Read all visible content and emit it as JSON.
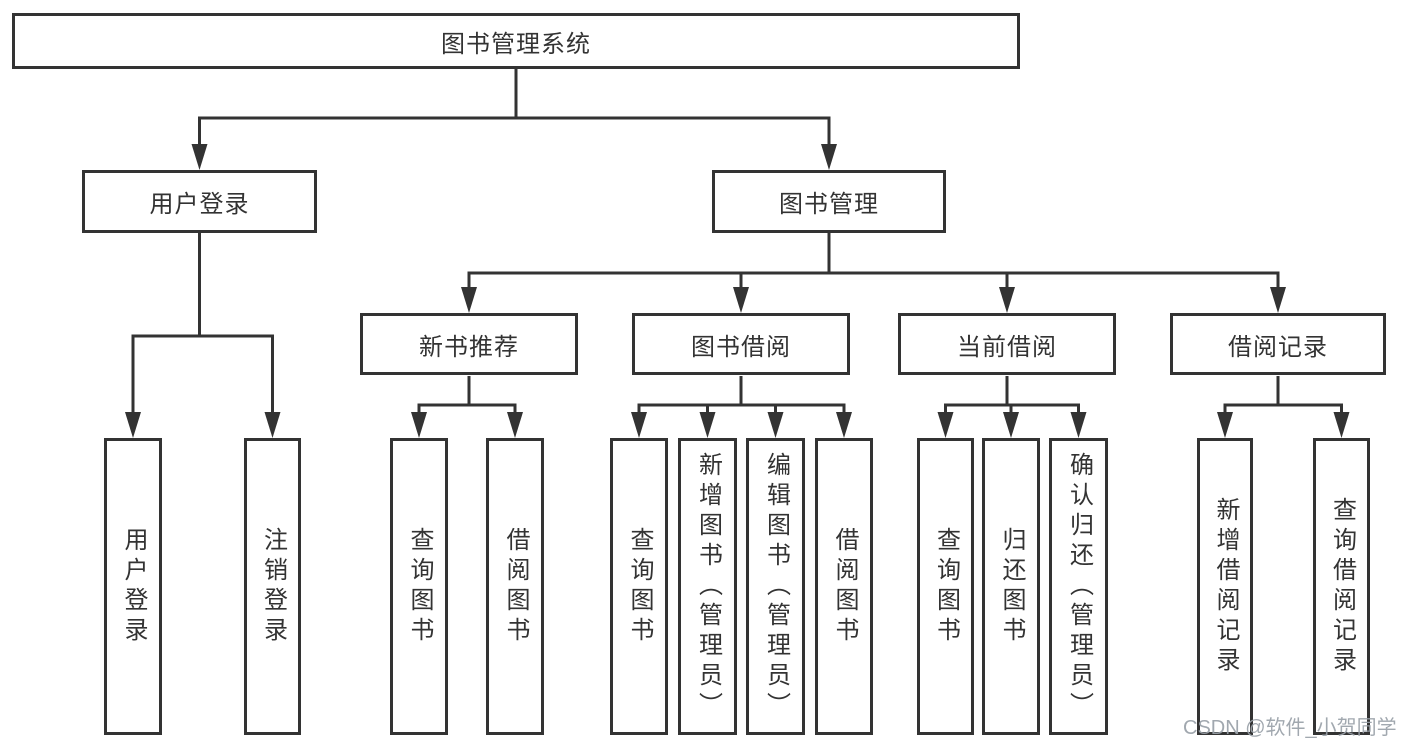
{
  "diagram": {
    "colors": {
      "line": "#333333",
      "node_border": "#333333",
      "node_bg": "#ffffff",
      "text": "#333333",
      "watermark": "#9aa1a9"
    },
    "tree": {
      "label": "图书管理系统",
      "children": [
        {
          "label": "用户登录",
          "children": [
            {
              "label": "用户登录"
            },
            {
              "label": "注销登录"
            }
          ]
        },
        {
          "label": "图书管理",
          "children": [
            {
              "label": "新书推荐",
              "children": [
                {
                  "label": "查询图书"
                },
                {
                  "label": "借阅图书"
                }
              ]
            },
            {
              "label": "图书借阅",
              "children": [
                {
                  "label": "查询图书"
                },
                {
                  "label": "新增图书（管理员）"
                },
                {
                  "label": "编辑图书（管理员）"
                },
                {
                  "label": "借阅图书"
                }
              ]
            },
            {
              "label": "当前借阅",
              "children": [
                {
                  "label": "查询图书"
                },
                {
                  "label": "归还图书"
                },
                {
                  "label": "确认归还（管理员）"
                }
              ]
            },
            {
              "label": "借阅记录",
              "children": [
                {
                  "label": "新增借阅记录"
                },
                {
                  "label": "查询借阅记录"
                }
              ]
            }
          ]
        }
      ]
    },
    "watermark": "CSDN @软件_小贺同学"
  }
}
